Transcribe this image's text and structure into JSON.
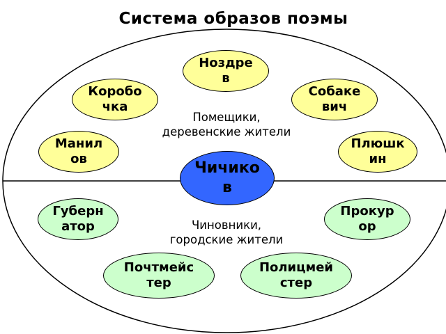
{
  "title": "Система образов поэмы",
  "colors": {
    "landowners": "#ffff99",
    "officials": "#ccffcc",
    "center": "#3366ff"
  },
  "center": "Чичико\nв",
  "landowners": {
    "label": "Помещики,\nдеревенские жители",
    "nodes": [
      "Ноздре\nв",
      "Коробо\nчка",
      "Собаке\nвич",
      "Манил\nов",
      "Плюшк\nин"
    ]
  },
  "officials": {
    "label": "Чиновники,\nгородские жители",
    "nodes": [
      "Губерн\nатор",
      "Прокур\nор",
      "Почтмейс\nтер",
      "Полицмей\nстер"
    ]
  }
}
